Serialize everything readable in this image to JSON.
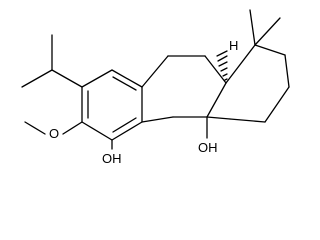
{
  "labels": {
    "oh_phenol": "OH",
    "oh_tertiary": "OH",
    "methoxy_o": "O",
    "hydrogen": "H"
  },
  "colors": {
    "bond": "#000000",
    "background": "#ffffff"
  }
}
